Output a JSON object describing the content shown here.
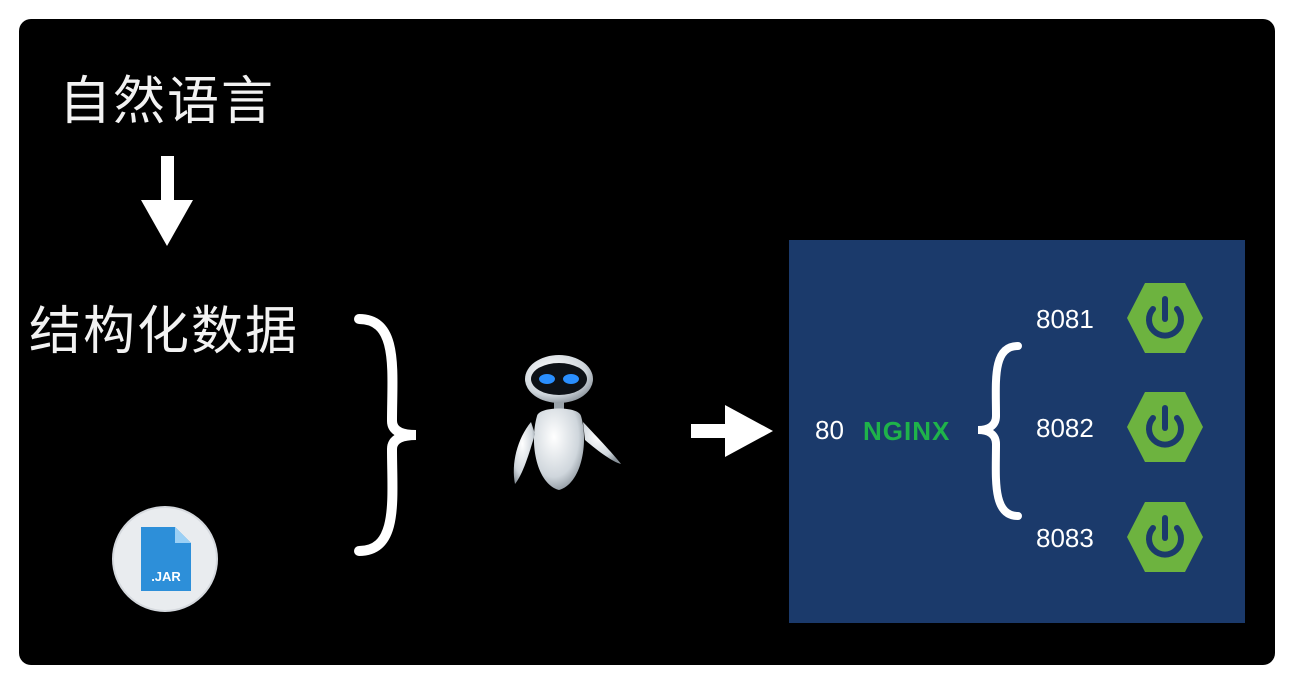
{
  "title_top": "自然语言",
  "title_mid": "结构化数据",
  "jar_label": ".JAR",
  "panel": {
    "entry_port": "80",
    "proxy_name": "NGINX",
    "backends": [
      {
        "port": "8081"
      },
      {
        "port": "8082"
      },
      {
        "port": "8083"
      }
    ]
  },
  "colors": {
    "background": "#000000",
    "panel": "#1b3a6b",
    "nginx": "#1fb34a",
    "spring": "#6db33f",
    "jar": "#2d8fd9"
  },
  "icons": [
    "down-arrow-icon",
    "jar-file-icon",
    "curly-brace-icon",
    "robot-icon",
    "right-arrow-icon",
    "spring-power-icon"
  ]
}
